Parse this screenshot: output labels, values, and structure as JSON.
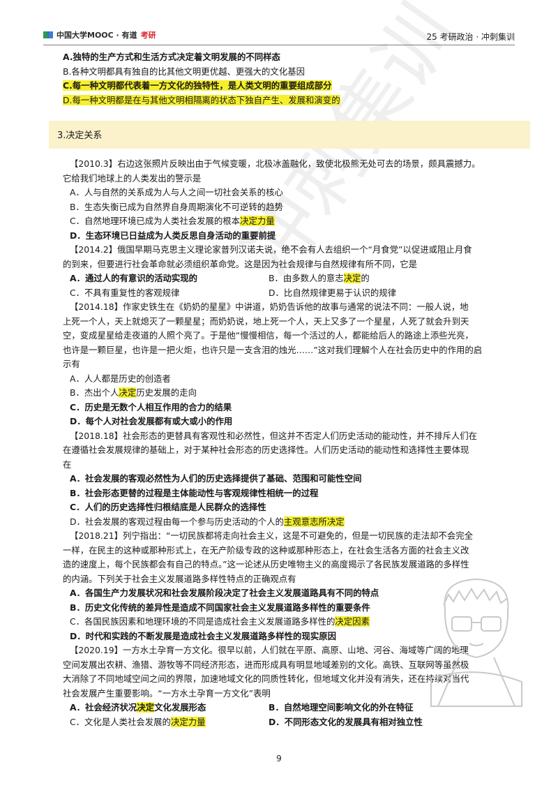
{
  "header": {
    "brand_main": "中国大学MOOC · 有道",
    "brand_red": "考研",
    "right_title": "25 考研政治 · 冲刺集训"
  },
  "top_options": [
    {
      "text": "A.独特的生产方式和生活方式决定着文明发展的不同样态",
      "bold": true,
      "hl": false
    },
    {
      "text": "B.各种文明都具有独自的比其他文明更优越、更强大的文化基因",
      "bold": false,
      "hl": false
    },
    {
      "text": "C.每一种文明都代表着一方文化的独特性，是人类文明的重要组成部分",
      "bold": true,
      "hl": true
    },
    {
      "text": "D.每一种文明都是在与其他文明相隔离的状态下独自产生、发展和演变的",
      "bold": false,
      "hl": true
    }
  ],
  "section_title": "3.决定关系",
  "q1": {
    "l1": "【2010.3】右边这张照片反映出由于气候变暖，北极冰盖融化，致使北极熊无处可去的场景，颇具震撼力。",
    "l2": "它给我们地球上的人类发出的警示是",
    "a": "A．人与自然的关系成为人与人之间一切社会关系的核心",
    "b": "B．生态失衡已成为自然界自身周期演化不可逆转的趋势",
    "c_pre": "C．自然地理环境已成为人类社会发展的根本",
    "c_hl": "决定力量",
    "d": "D．生态环境已日益成为人类反思自身活动的重要前提"
  },
  "q2": {
    "l1": "【2014.2】俄国早期马克思主义理论家普列汉诺夫说，绝不会有人去组织一个“月食党”以促进或阻止月食",
    "l2": "的到来，但要进行社会革命就必须组织革命党。这是因为社会规律与自然规律有所不同，它是",
    "a": "A．通过人的有意识的活动实现的",
    "b_pre": "B．由多数人的意志",
    "b_hl": "决定",
    "b_post": "的",
    "c": "C．不具有重复性的客观规律",
    "d": "D．比自然规律更易于认识的规律"
  },
  "q3": {
    "l1": "【2014.18】作家史铁生在《奶奶的星星》中讲道，奶奶告诉他的故事与通常的说法不同：一般人说，地",
    "l2": "上死一个人，天上就熄灭了一颗星星；而奶奶说，地上死一个人，天上又多了一个星星，人死了就会升到天",
    "l3": "空，变成星星给走夜道的人照个亮了。于是他“慢慢相信，每一个活过的人，都能给后人的路途上添些光亮，",
    "l4": "也许是一颗巨星，也许是一把火炬，也许只是一支含泪的烛光……”这对我们理解个人在社会历史中的作用的启",
    "l5": "示有",
    "a": "A．人人都是历史的创造者",
    "b_pre": "B．杰出个人",
    "b_hl": "决定",
    "b_post": "历史发展的走向",
    "c": "C．历史是无数个人相互作用的合力的结果",
    "d": "D．每个人对社会发展都有或大或小的作用"
  },
  "q4": {
    "l1": "【2018.18】社会形态的更替具有客观性和必然性，但这并不否定人们历史活动的能动性，并不排斥人们在",
    "l2": "在遵循社会发展规律的基础上，对于某种社会形态的历史选择性。人们历史活动的能动性和选择性主要体现",
    "l3": "在",
    "a": "A．社会发展的客观必然性为人们的历史选择提供了基础、范围和可能性空间",
    "b": "B．社会形态更替的过程是主体能动性与客观规律性相统一的过程",
    "c": "C．人们的历史选择性归根结底是人民群众的选择性",
    "d_pre": "D．社会发展的客观过程由每一个参与历史活动的个人的",
    "d_hl": "主观意志所决定"
  },
  "q5": {
    "l1": "【2018.21】列宁指出：“一切民族都将走向社会主义，这是不可避免的，但是一切民族的走法却不会完全",
    "l2": "一样，在民主的这种或那种形式上，在无产阶级专政的这种或那种形态上，在社会生活各方面的社会主义改",
    "l3": "造的速度上，每个民族都会有自己的特点。”这一论述从历史唯物主义的高度揭示了各民族发展道路的多样性",
    "l4": "的内涵。下列关于社会主义发展道路多样性特点的正确观点有",
    "a": "A．各国生产力发展状况和社会发展阶段决定了社会主义发展道路具有不同的特点",
    "b": "B．历史文化传统的差异性是造成不同国家社会主义发展道路多样性的重要条件",
    "c_pre": "C．各国民族因素和地理环境的不同是造成社会主义发展道路多样性的",
    "c_hl": "决定因素",
    "d": "D．时代和实践的不断发展是造成社会主义发展道路多样性的现实原因"
  },
  "q6": {
    "l1": "【2020.19】一方水土孕育一方文化。很早以前，人们就在平原、高原、山地、河谷、海域等广阔的地理",
    "l2": "空间发展出农耕、渔猎、游牧等不同经济形态，进而形成具有明显地域差别的文化。高铁、互联网等虽然极",
    "l3": "大消除了不同地域空间之间的界限，加速地域文化的同质性转化，但地域文化并没有消失，还在持续对当代",
    "l4": "社会发展产生重要影响。“一方水土孕育一方文化”表明",
    "a_pre": "A．社会经济状况",
    "a_hl": "决定",
    "a_post": "文化发展形态",
    "b": "B．自然地理空间影响文化的外在特征",
    "c_pre": "C．文化是人类社会发展的",
    "c_hl": "决定力量",
    "d": "D．不同形态文化的发展具有相对独立性"
  },
  "page_number": "9"
}
